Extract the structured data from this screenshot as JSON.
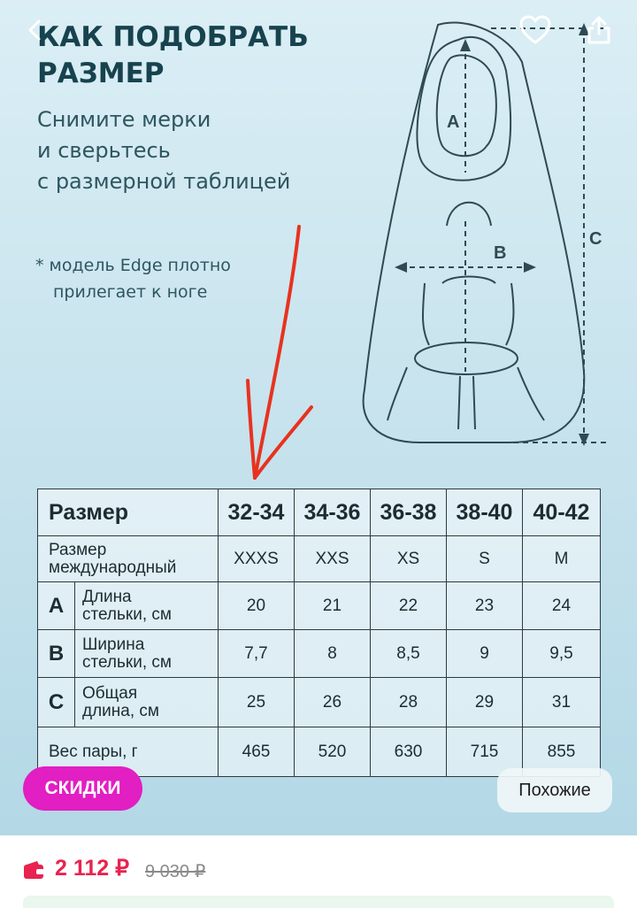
{
  "header": {
    "title_line1": "КАК ПОДОБРАТЬ",
    "title_line2": "РАЗМЕР",
    "subtitle_line1": "Снимите мерки",
    "subtitle_line2": "и сверьтесь",
    "subtitle_line3": "с размерной таблицей",
    "note_line1": "* модель Edge плотно",
    "note_line2": "прилегает к ноге"
  },
  "icons": {
    "back": "chevron-left-icon",
    "favorite": "heart-icon",
    "share": "share-icon",
    "wallet": "wallet-icon"
  },
  "diagram": {
    "label_a": "A",
    "label_b": "B",
    "label_c": "C"
  },
  "size_table": {
    "header_label": "Размер",
    "sizes": [
      "32-34",
      "34-36",
      "36-38",
      "38-40",
      "40-42"
    ],
    "intl_label_line1": "Размер",
    "intl_label_line2": "международный",
    "intl_values": [
      "XXXS",
      "XXS",
      "XS",
      "S",
      "M"
    ],
    "rows": [
      {
        "letter": "A",
        "label_line1": "Длина",
        "label_line2": "стельки, см",
        "values": [
          "20",
          "21",
          "22",
          "23",
          "24"
        ]
      },
      {
        "letter": "B",
        "label_line1": "Ширина",
        "label_line2": "стельки, см",
        "values": [
          "7,7",
          "8",
          "8,5",
          "9",
          "9,5"
        ]
      },
      {
        "letter": "C",
        "label_line1": "Общая",
        "label_line2": "длина, см",
        "values": [
          "25",
          "26",
          "28",
          "29",
          "31"
        ]
      }
    ],
    "weight_label": "Вес пары, г",
    "weight_values": [
      "465",
      "520",
      "630",
      "715",
      "855"
    ]
  },
  "badges": {
    "discounts": "СКИДКИ",
    "similar": "Похожие"
  },
  "price": {
    "current": "2 112 ₽",
    "old": "9 030 ₽"
  },
  "colors": {
    "accent_pink": "#e11fc2",
    "price_red": "#e8234f",
    "heading": "#17434e",
    "arrow": "#e8321f"
  }
}
